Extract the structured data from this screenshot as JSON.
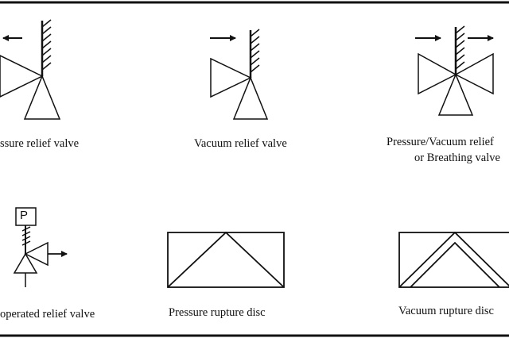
{
  "symbols": {
    "pressure_relief": {
      "label": "ssure relief valve"
    },
    "vacuum_relief": {
      "label": "Vacuum relief valve"
    },
    "pv_relief": {
      "label_line1": "Pressure/Vacuum relief",
      "label_line2": "or Breathing valve"
    },
    "pilot_relief": {
      "label": "operated relief valve",
      "pilot_letter": "P"
    },
    "pressure_rupture": {
      "label": "Pressure rupture disc"
    },
    "vacuum_rupture": {
      "label": "Vacuum rupture disc"
    }
  },
  "colors": {
    "stroke": "#111111",
    "background": "#ffffff"
  }
}
